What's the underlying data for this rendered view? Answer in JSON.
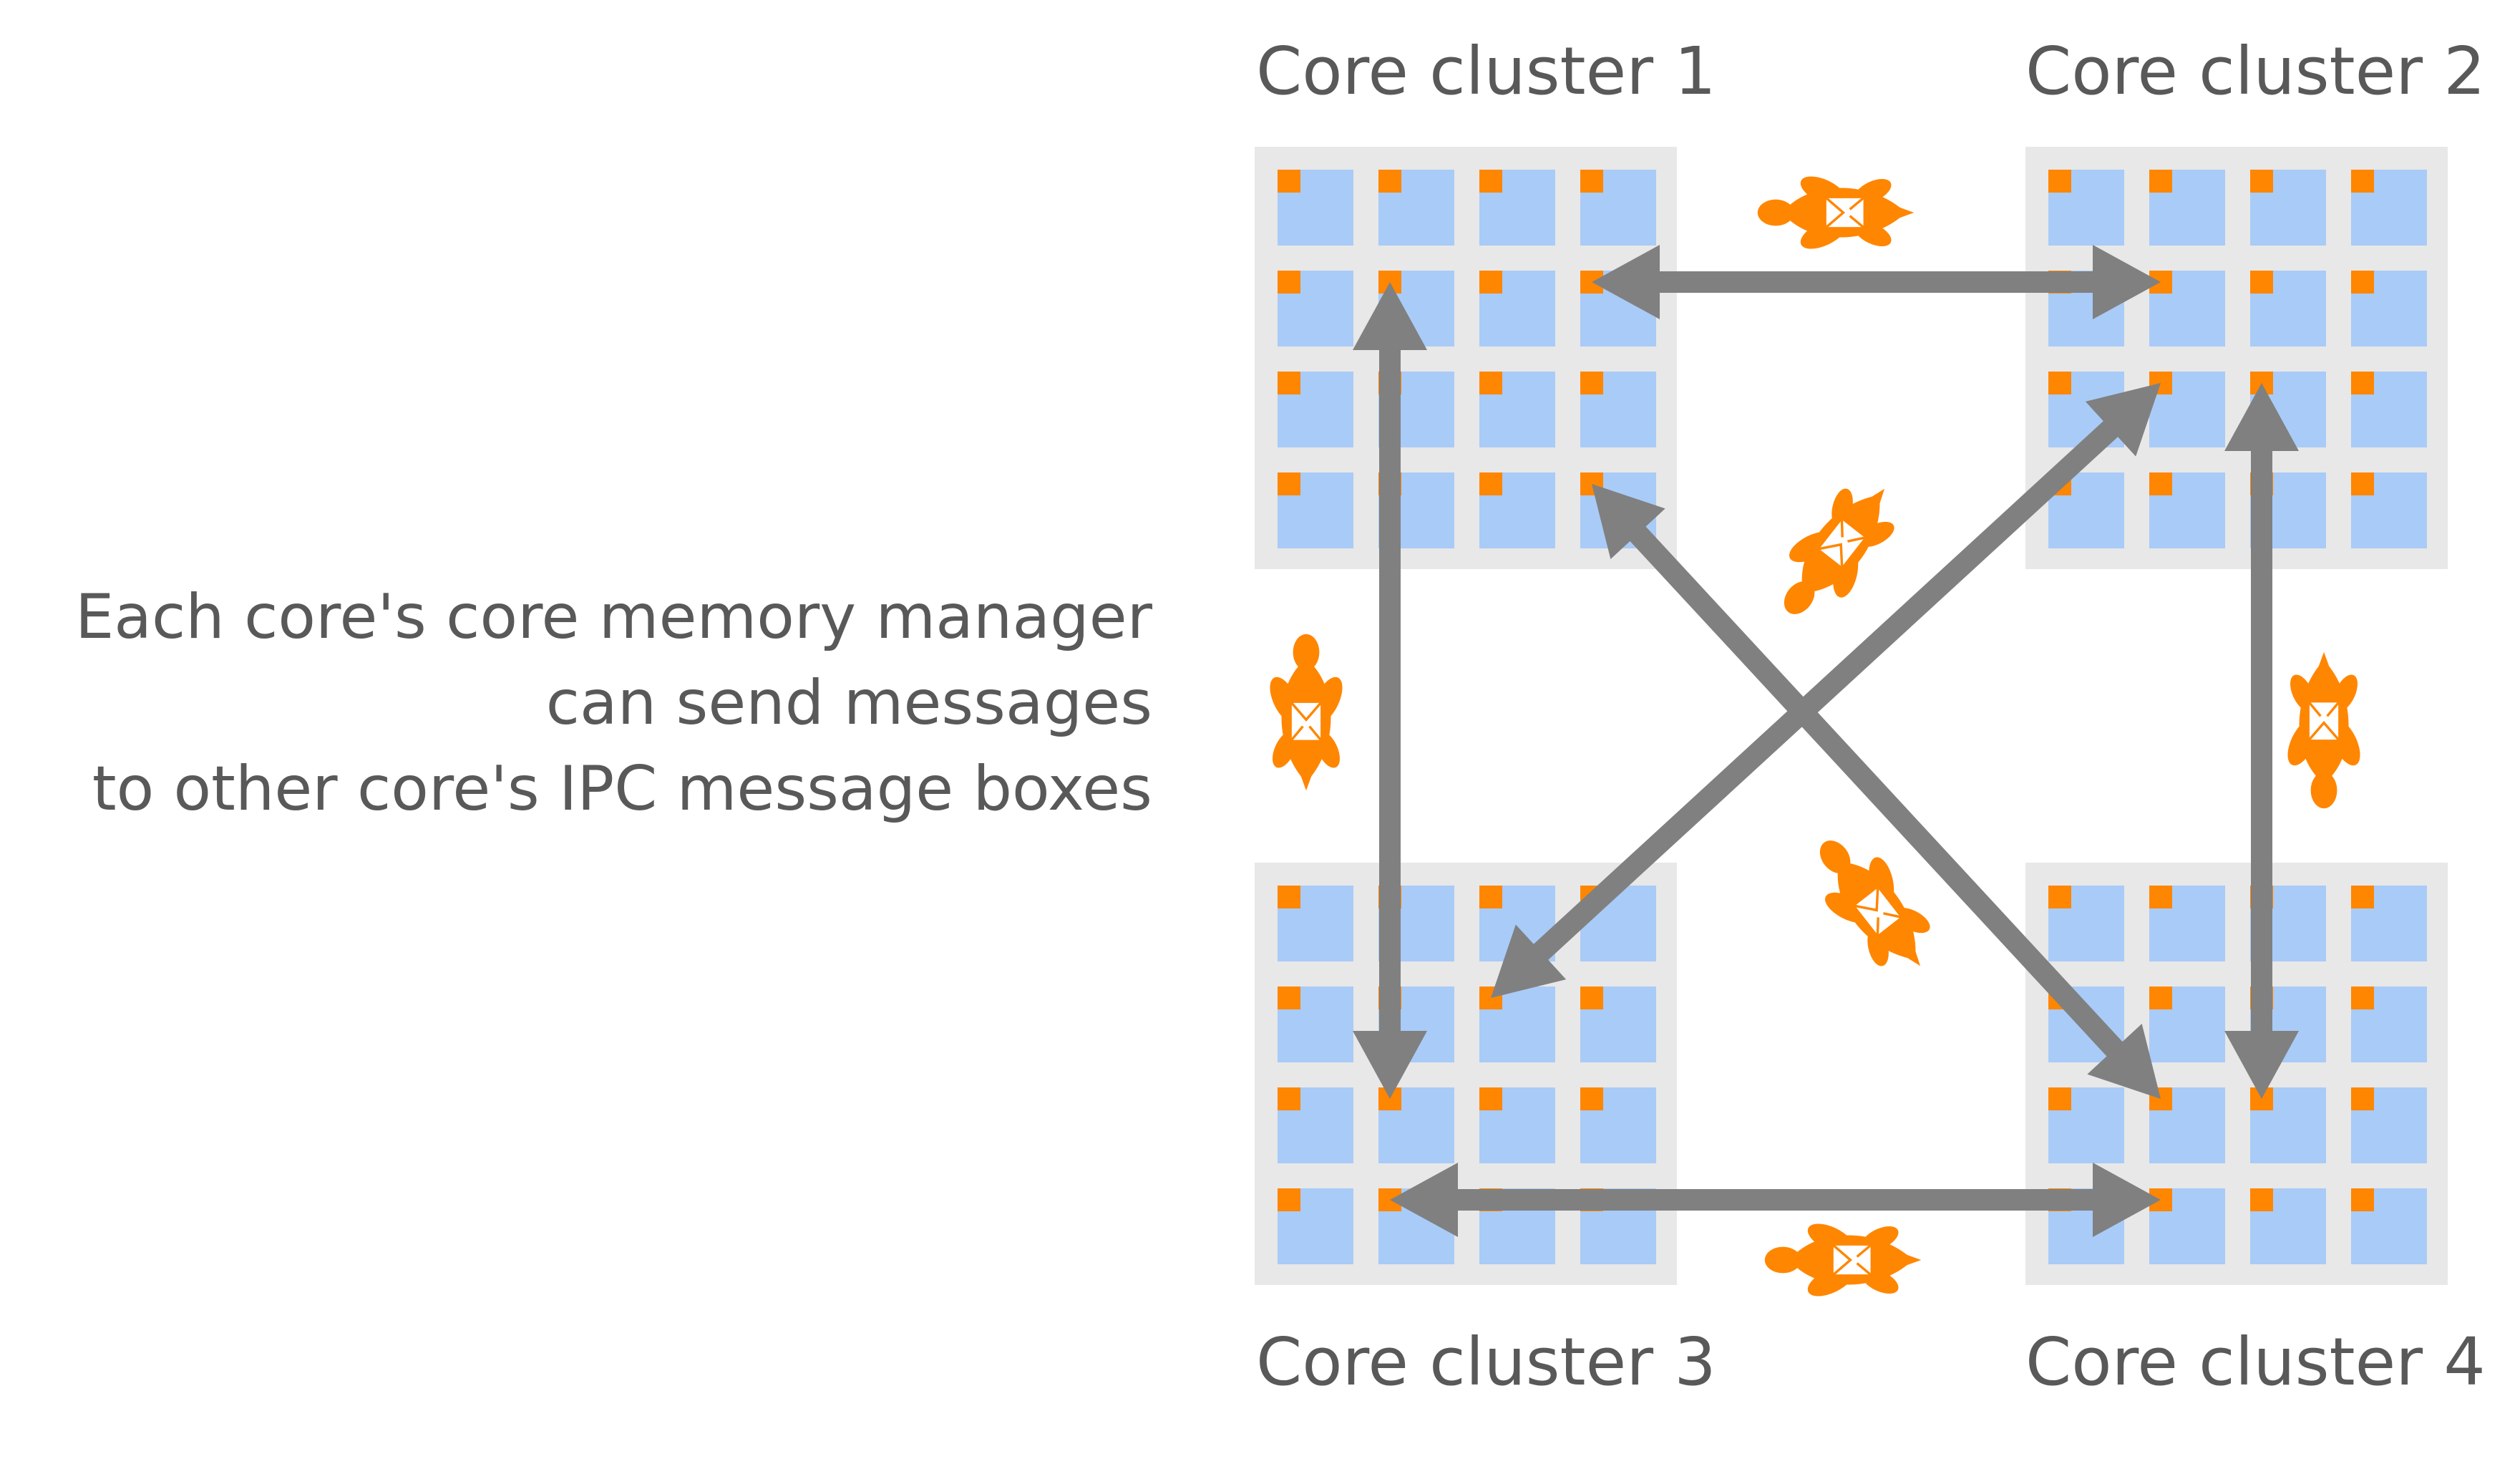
{
  "description": {
    "lines": [
      "Each core's core memory manager",
      "can send messages",
      "to other core's IPC message boxes"
    ]
  },
  "clusters": [
    {
      "label": "Core cluster 1",
      "rows": 4,
      "cols": 4
    },
    {
      "label": "Core cluster 2",
      "rows": 4,
      "cols": 4
    },
    {
      "label": "Core cluster 3",
      "rows": 4,
      "cols": 4
    },
    {
      "label": "Core cluster 4",
      "rows": 4,
      "cols": 4
    }
  ],
  "links": [
    {
      "from": "Core cluster 1",
      "to": "Core cluster 2",
      "bidirectional": true
    },
    {
      "from": "Core cluster 1",
      "to": "Core cluster 3",
      "bidirectional": true
    },
    {
      "from": "Core cluster 2",
      "to": "Core cluster 4",
      "bidirectional": true
    },
    {
      "from": "Core cluster 3",
      "to": "Core cluster 4",
      "bidirectional": true
    },
    {
      "from": "Core cluster 1",
      "to": "Core cluster 4",
      "bidirectional": true
    },
    {
      "from": "Core cluster 2",
      "to": "Core cluster 3",
      "bidirectional": true
    }
  ],
  "messenger_icon": "turtle-envelope-icon",
  "colors": {
    "core": "#a9cbf7",
    "ipc_box": "#ff8600",
    "cluster_background": "#e8e8e8",
    "link": "#808080",
    "text": "#595959",
    "messenger": "#ff8600"
  }
}
